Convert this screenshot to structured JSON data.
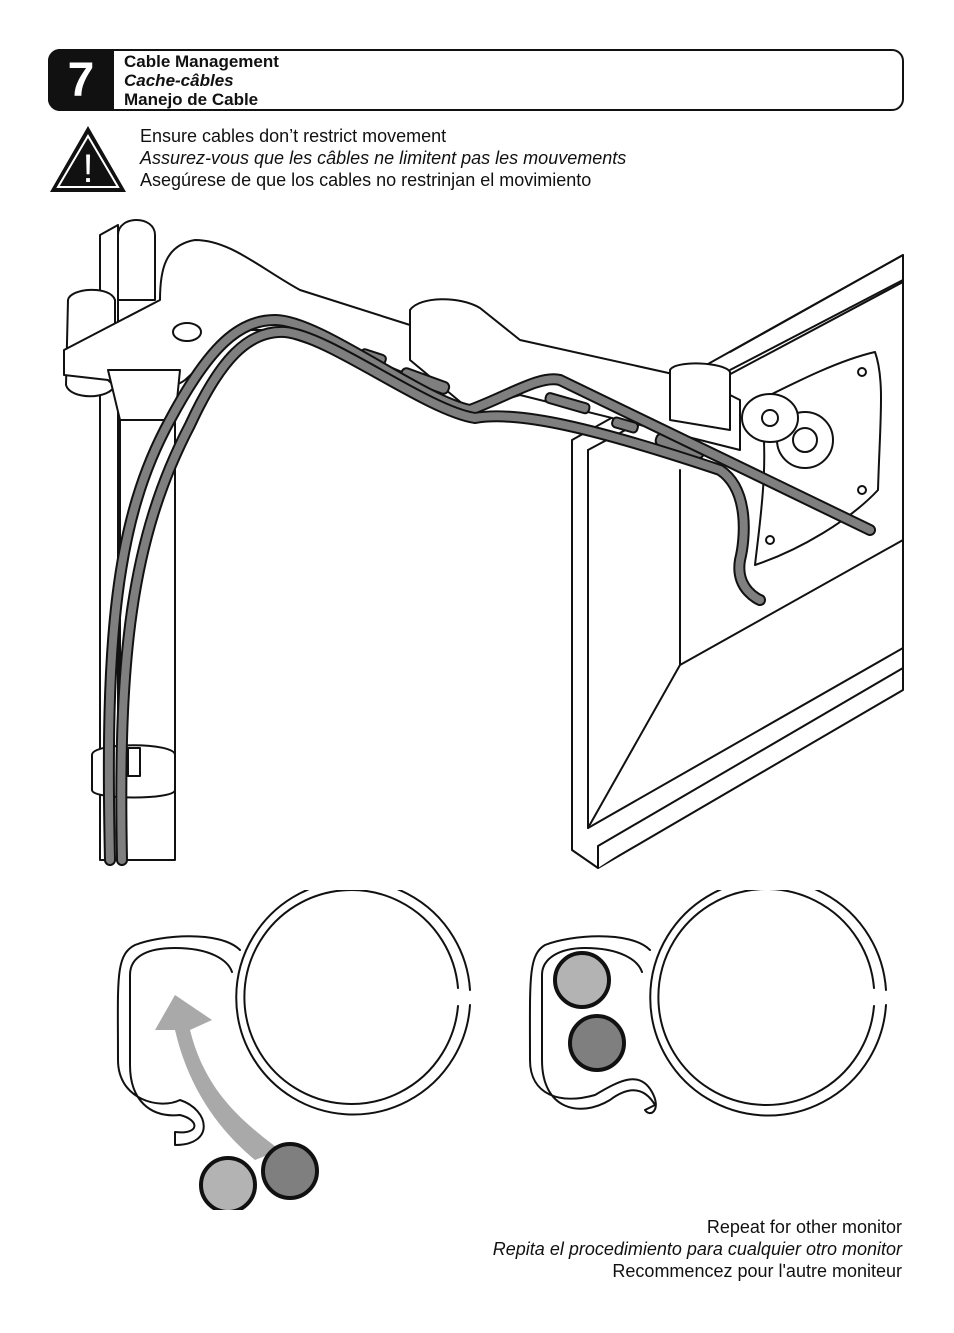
{
  "step": {
    "number": "7",
    "title_en": "Cable Management",
    "title_fr": "Cache-câbles",
    "title_es": "Manejo de Cable"
  },
  "warning": {
    "icon": "warning-triangle-icon",
    "glyph": "!",
    "text_en": "Ensure cables don’t restrict movement",
    "text_fr": "Assurez-vous que les câbles ne limitent pas les mouvements",
    "text_es": "Asegúrese de que los cables no restrinjan el movimiento"
  },
  "repeat": {
    "text_en": "Repeat for other monitor",
    "text_es": "Repita el procedimiento para cualquier otro monitor",
    "text_fr": "Recommencez pour l'autre moniteur"
  },
  "colors": {
    "line": "#111111",
    "cable_dark": "#7f7f7f",
    "cable_light": "#b3b3b3",
    "arrow": "#a9a9a9"
  }
}
